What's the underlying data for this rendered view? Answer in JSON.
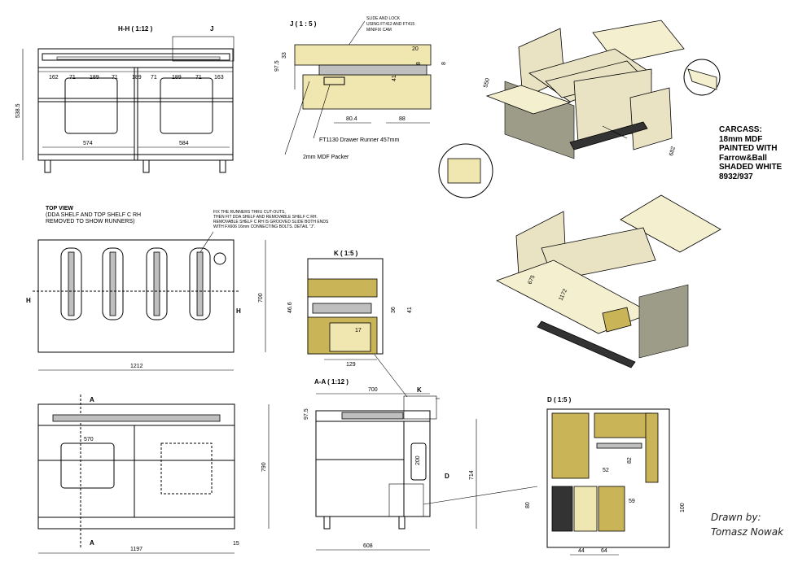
{
  "views": {
    "hh": {
      "title": "H-H ( 1:12 )",
      "tag": "J",
      "dims": [
        "162",
        "71",
        "189",
        "71",
        "189",
        "71",
        "189",
        "71",
        "163",
        "538.5",
        "574",
        "584"
      ]
    },
    "j": {
      "title": "J ( 1 : 5 )",
      "note": [
        "SLIDE AND LOCK",
        "USING FT412 AND FT415",
        "MINIFIX CAM"
      ],
      "dims": [
        "97.5",
        "33",
        "20",
        "8",
        "8",
        "41",
        "80.4",
        "88"
      ],
      "runner": "FT1130 Drawer Runner 457mm",
      "packer": "2mm MDF Packer"
    },
    "top": {
      "title": [
        "TOP VIEW",
        "(DDA SHELF AND TOP SHELF C RH",
        "REMOVED TO SHOW RUNNERS)"
      ],
      "note": [
        "FIX THE RUNNERS THRU CUT-OUTS,",
        "THEN FIT DDA SHELF AND REMOVABLE SHELF C RH.",
        "REMOVABLE SHELF C RH IS GROOVED SLIDE BOTH ENDS",
        "WITH FX606 16mm CONNECTING BOLTS. DETAIL \"J\"."
      ],
      "dims": [
        "700",
        "1212"
      ],
      "hmark": "H"
    },
    "k": {
      "title": "K ( 1:5 )",
      "dims": [
        "46.6",
        "36",
        "41",
        "17",
        "129"
      ]
    },
    "front": {
      "amark": "A",
      "dims": [
        "570",
        "790",
        "1197",
        "15"
      ]
    },
    "aa": {
      "title": "A-A ( 1:12 )",
      "tag": "K",
      "dmark": "D",
      "dims": [
        "700",
        "97.5",
        "200",
        "714",
        "608"
      ]
    },
    "d": {
      "title": "D ( 1:5 )",
      "dims": [
        "52",
        "82",
        "80",
        "59",
        "100",
        "44",
        "64"
      ]
    },
    "iso1": {
      "dims": [
        "550",
        "682"
      ]
    },
    "iso2": {
      "dims": [
        "675",
        "1172"
      ]
    }
  },
  "note": {
    "lines": [
      "CARCASS:",
      "18mm MDF",
      "PAINTED WITH",
      "Farrow&Ball",
      "SHADED WHITE",
      "8932/937"
    ]
  },
  "signature": {
    "lines": [
      "Drawn by:",
      "Tomasz Nowak"
    ]
  }
}
